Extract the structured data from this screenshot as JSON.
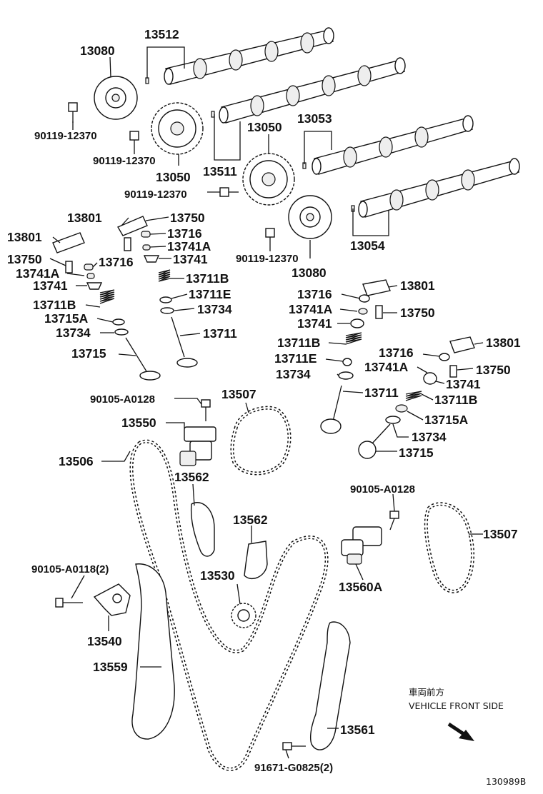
{
  "labels": {
    "p13512": "13512",
    "p13080_top": "13080",
    "p90119_a": "90119-12370",
    "p90119_b": "90119-12370",
    "p13050_left": "13050",
    "p13511": "13511",
    "p13050_mid": "13050",
    "p13053": "13053",
    "p90119_c": "90119-12370",
    "p90119_d": "90119-12370",
    "p13054": "13054",
    "p13080_bot": "13080",
    "p13801_a": "13801",
    "p13750_a": "13750",
    "p13716_a": "13716",
    "p13741A_a": "13741A",
    "p13741_a": "13741",
    "p13801_b": "13801",
    "p13750_b": "13750",
    "p13716_b": "13716",
    "p13741A_b": "13741A",
    "p13741_b": "13741",
    "p13711B_a": "13711B",
    "p13711E_a": "13711E",
    "p13734_a": "13734",
    "p13711B_b": "13711B",
    "p13715A_b": "13715A",
    "p13734_b": "13734",
    "p13711_a": "13711",
    "p13715_b": "13715",
    "p13801_c": "13801",
    "p13716_c": "13716",
    "p13750_c": "13750",
    "p13741A_c": "13741A",
    "p13741_c": "13741",
    "p13711B_c": "13711B",
    "p13711E_c": "13711E",
    "p13734_c": "13734",
    "p13801_d": "13801",
    "p13716_d": "13716",
    "p13741A_d": "13741A",
    "p13750_d": "13750",
    "p13741_d": "13741",
    "p13711_c": "13711",
    "p13711B_d": "13711B",
    "p13715A_d": "13715A",
    "p13734_d": "13734",
    "p13715_d": "13715",
    "p90105_a": "90105-A0128",
    "p13507_a": "13507",
    "p13550": "13550",
    "p13506": "13506",
    "p13562_a": "13562",
    "p13562_b": "13562",
    "p90105_b": "90105-A0128",
    "p13507_b": "13507",
    "p13560A": "13560A",
    "p13530": "13530",
    "p90105_c": "90105-A0118(2)",
    "p13540": "13540",
    "p13559": "13559",
    "p13561": "13561",
    "p91671": "91671-G0825(2)"
  },
  "orientation": {
    "japanese": "車両前方",
    "english": "VEHICLE FRONT SIDE"
  },
  "figure_id": "130989B"
}
